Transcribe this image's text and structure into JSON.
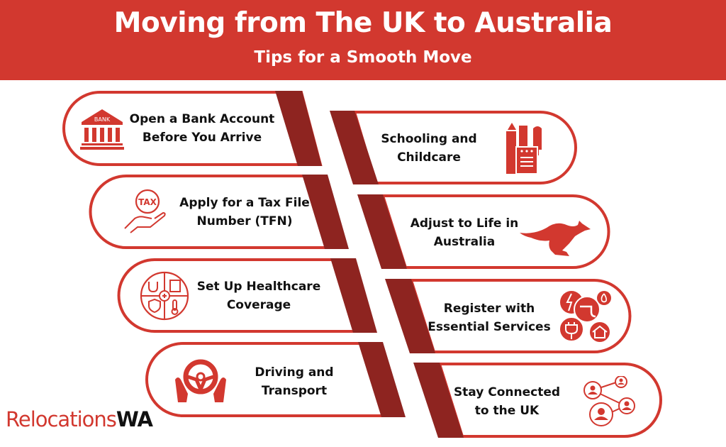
{
  "header": {
    "title": "Moving from The UK to Australia",
    "subtitle": "Tips for a Smooth Move"
  },
  "colors": {
    "primary_red": "#d2382f",
    "dark_band": "#8e2420",
    "text": "#111111",
    "background": "#ffffff"
  },
  "tips": {
    "left": [
      {
        "line1": "Open a Bank Account",
        "line2": "Before You Arrive",
        "icon": "bank-icon",
        "icon_label": "BANK"
      },
      {
        "line1": "Apply for a Tax File",
        "line2": "Number (TFN)",
        "icon": "tax-hand-icon",
        "icon_label": "TAX"
      },
      {
        "line1": "Set Up Healthcare",
        "line2": "Coverage",
        "icon": "healthcare-icon"
      },
      {
        "line1": "Driving and",
        "line2": "Transport",
        "icon": "steering-wheel-icon"
      }
    ],
    "right": [
      {
        "line1": "Schooling and",
        "line2": "Childcare",
        "icon": "school-supplies-icon"
      },
      {
        "line1": "Adjust to Life in",
        "line2": "Australia",
        "icon": "kangaroo-icon"
      },
      {
        "line1": "Register with",
        "line2": "Essential Services",
        "icon": "utilities-icon"
      },
      {
        "line1": "Stay Connected",
        "line2": "to the UK",
        "icon": "network-people-icon"
      }
    ]
  },
  "logo": {
    "part1": "Relocations",
    "part2": "WA"
  }
}
